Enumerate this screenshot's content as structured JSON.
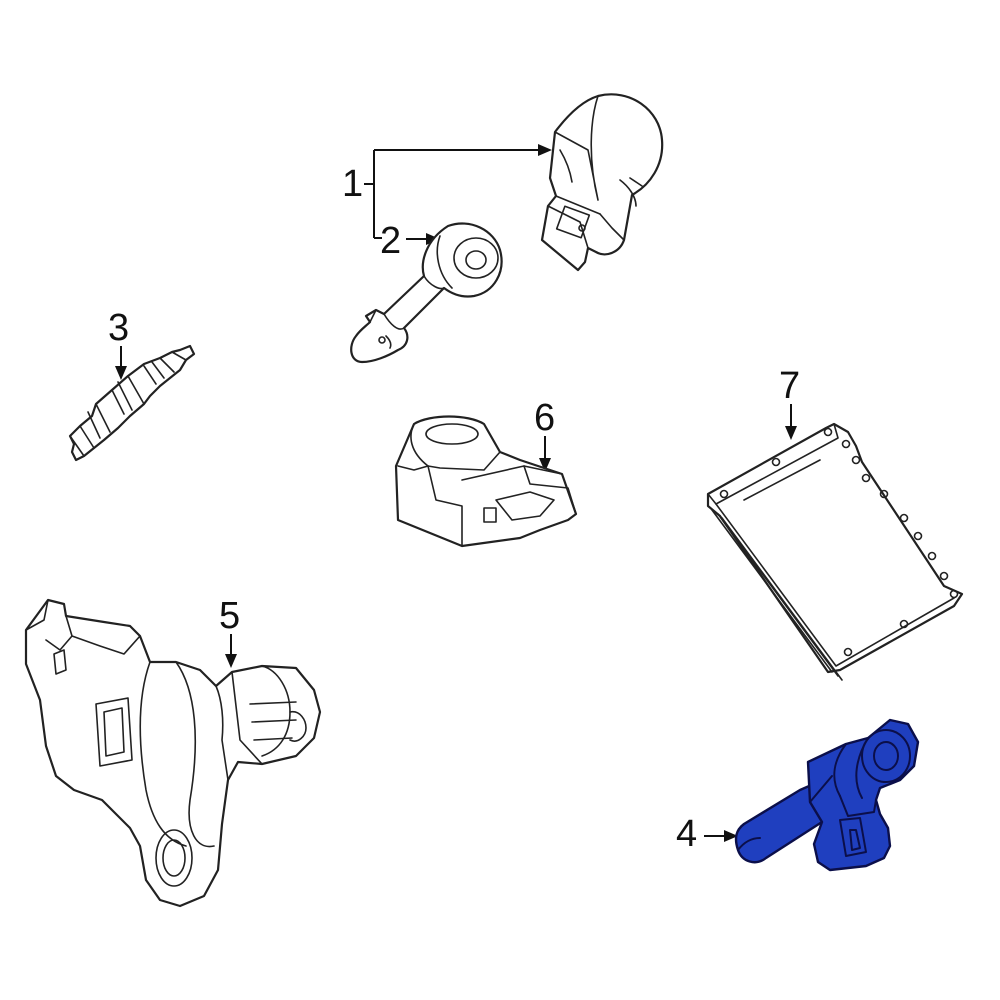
{
  "callouts": {
    "c1": "1",
    "c2": "2",
    "c3": "3",
    "c4": "4",
    "c5": "5",
    "c6": "6",
    "c7": "7"
  },
  "colors": {
    "line": "#222222",
    "highlight_fill": "#1f3fbf",
    "highlight_stroke": "#0b0f4a",
    "background": "#ffffff"
  }
}
